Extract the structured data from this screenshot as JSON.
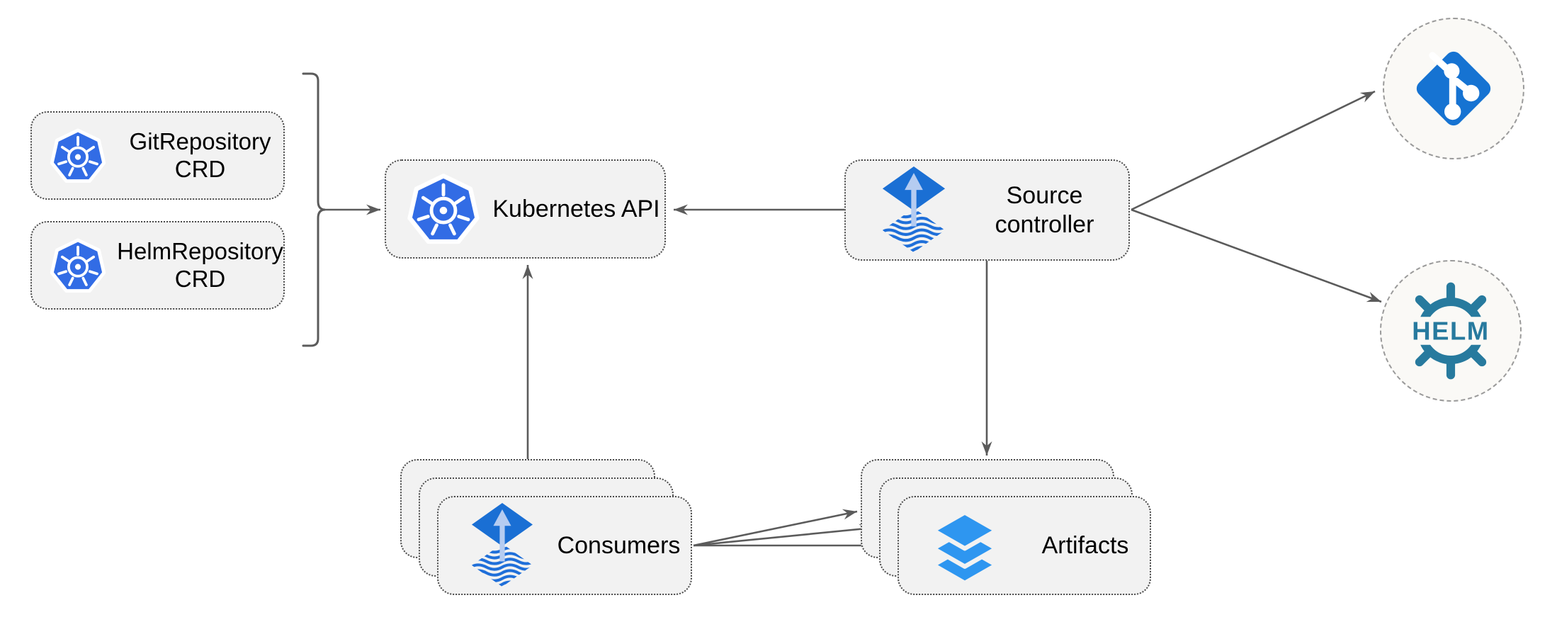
{
  "diagram": {
    "nodes": {
      "git_repository_crd": {
        "label": "GitRepository\nCRD",
        "icon": "kubernetes-icon"
      },
      "helm_repository_crd": {
        "label": "HelmRepository\nCRD",
        "icon": "kubernetes-icon"
      },
      "kubernetes_api": {
        "label": "Kubernetes API",
        "icon": "kubernetes-icon"
      },
      "source_controller": {
        "label": "Source\ncontroller",
        "icon": "flux-icon"
      },
      "consumers": {
        "label": "Consumers",
        "icon": "flux-icon",
        "stacked": true
      },
      "artifacts": {
        "label": "Artifacts",
        "icon": "layers-icon",
        "stacked": true
      },
      "git_remote": {
        "icon": "git-icon"
      },
      "helm_remote": {
        "icon": "helm-icon",
        "logo_text": "HELM"
      }
    },
    "edges": [
      {
        "from": "crd_group_bracket",
        "to": "kubernetes_api"
      },
      {
        "from": "source_controller",
        "to": "kubernetes_api"
      },
      {
        "from": "consumers",
        "to": "kubernetes_api"
      },
      {
        "from": "source_controller",
        "to": "artifacts"
      },
      {
        "from": "source_controller",
        "to": "git_remote"
      },
      {
        "from": "source_controller",
        "to": "helm_remote"
      },
      {
        "from": "consumers",
        "to": "artifacts",
        "arrow_count": 3
      }
    ],
    "colors": {
      "background": "#ffffff",
      "node_fill": "#f2f2f2",
      "node_border": "#4a4a4a",
      "circle_fill": "#faf9f6",
      "circle_border": "#9a9a9a",
      "arrow": "#5b5b5b",
      "text": "#000000",
      "kubernetes_blue": "#326ce5",
      "flux_blue": "#1a6fd4",
      "flux_arrow_light": "#b5ccf1",
      "git_blue": "#1673d2",
      "helm_teal": "#277a9e",
      "artifact_blue": "#2e96f0"
    }
  }
}
